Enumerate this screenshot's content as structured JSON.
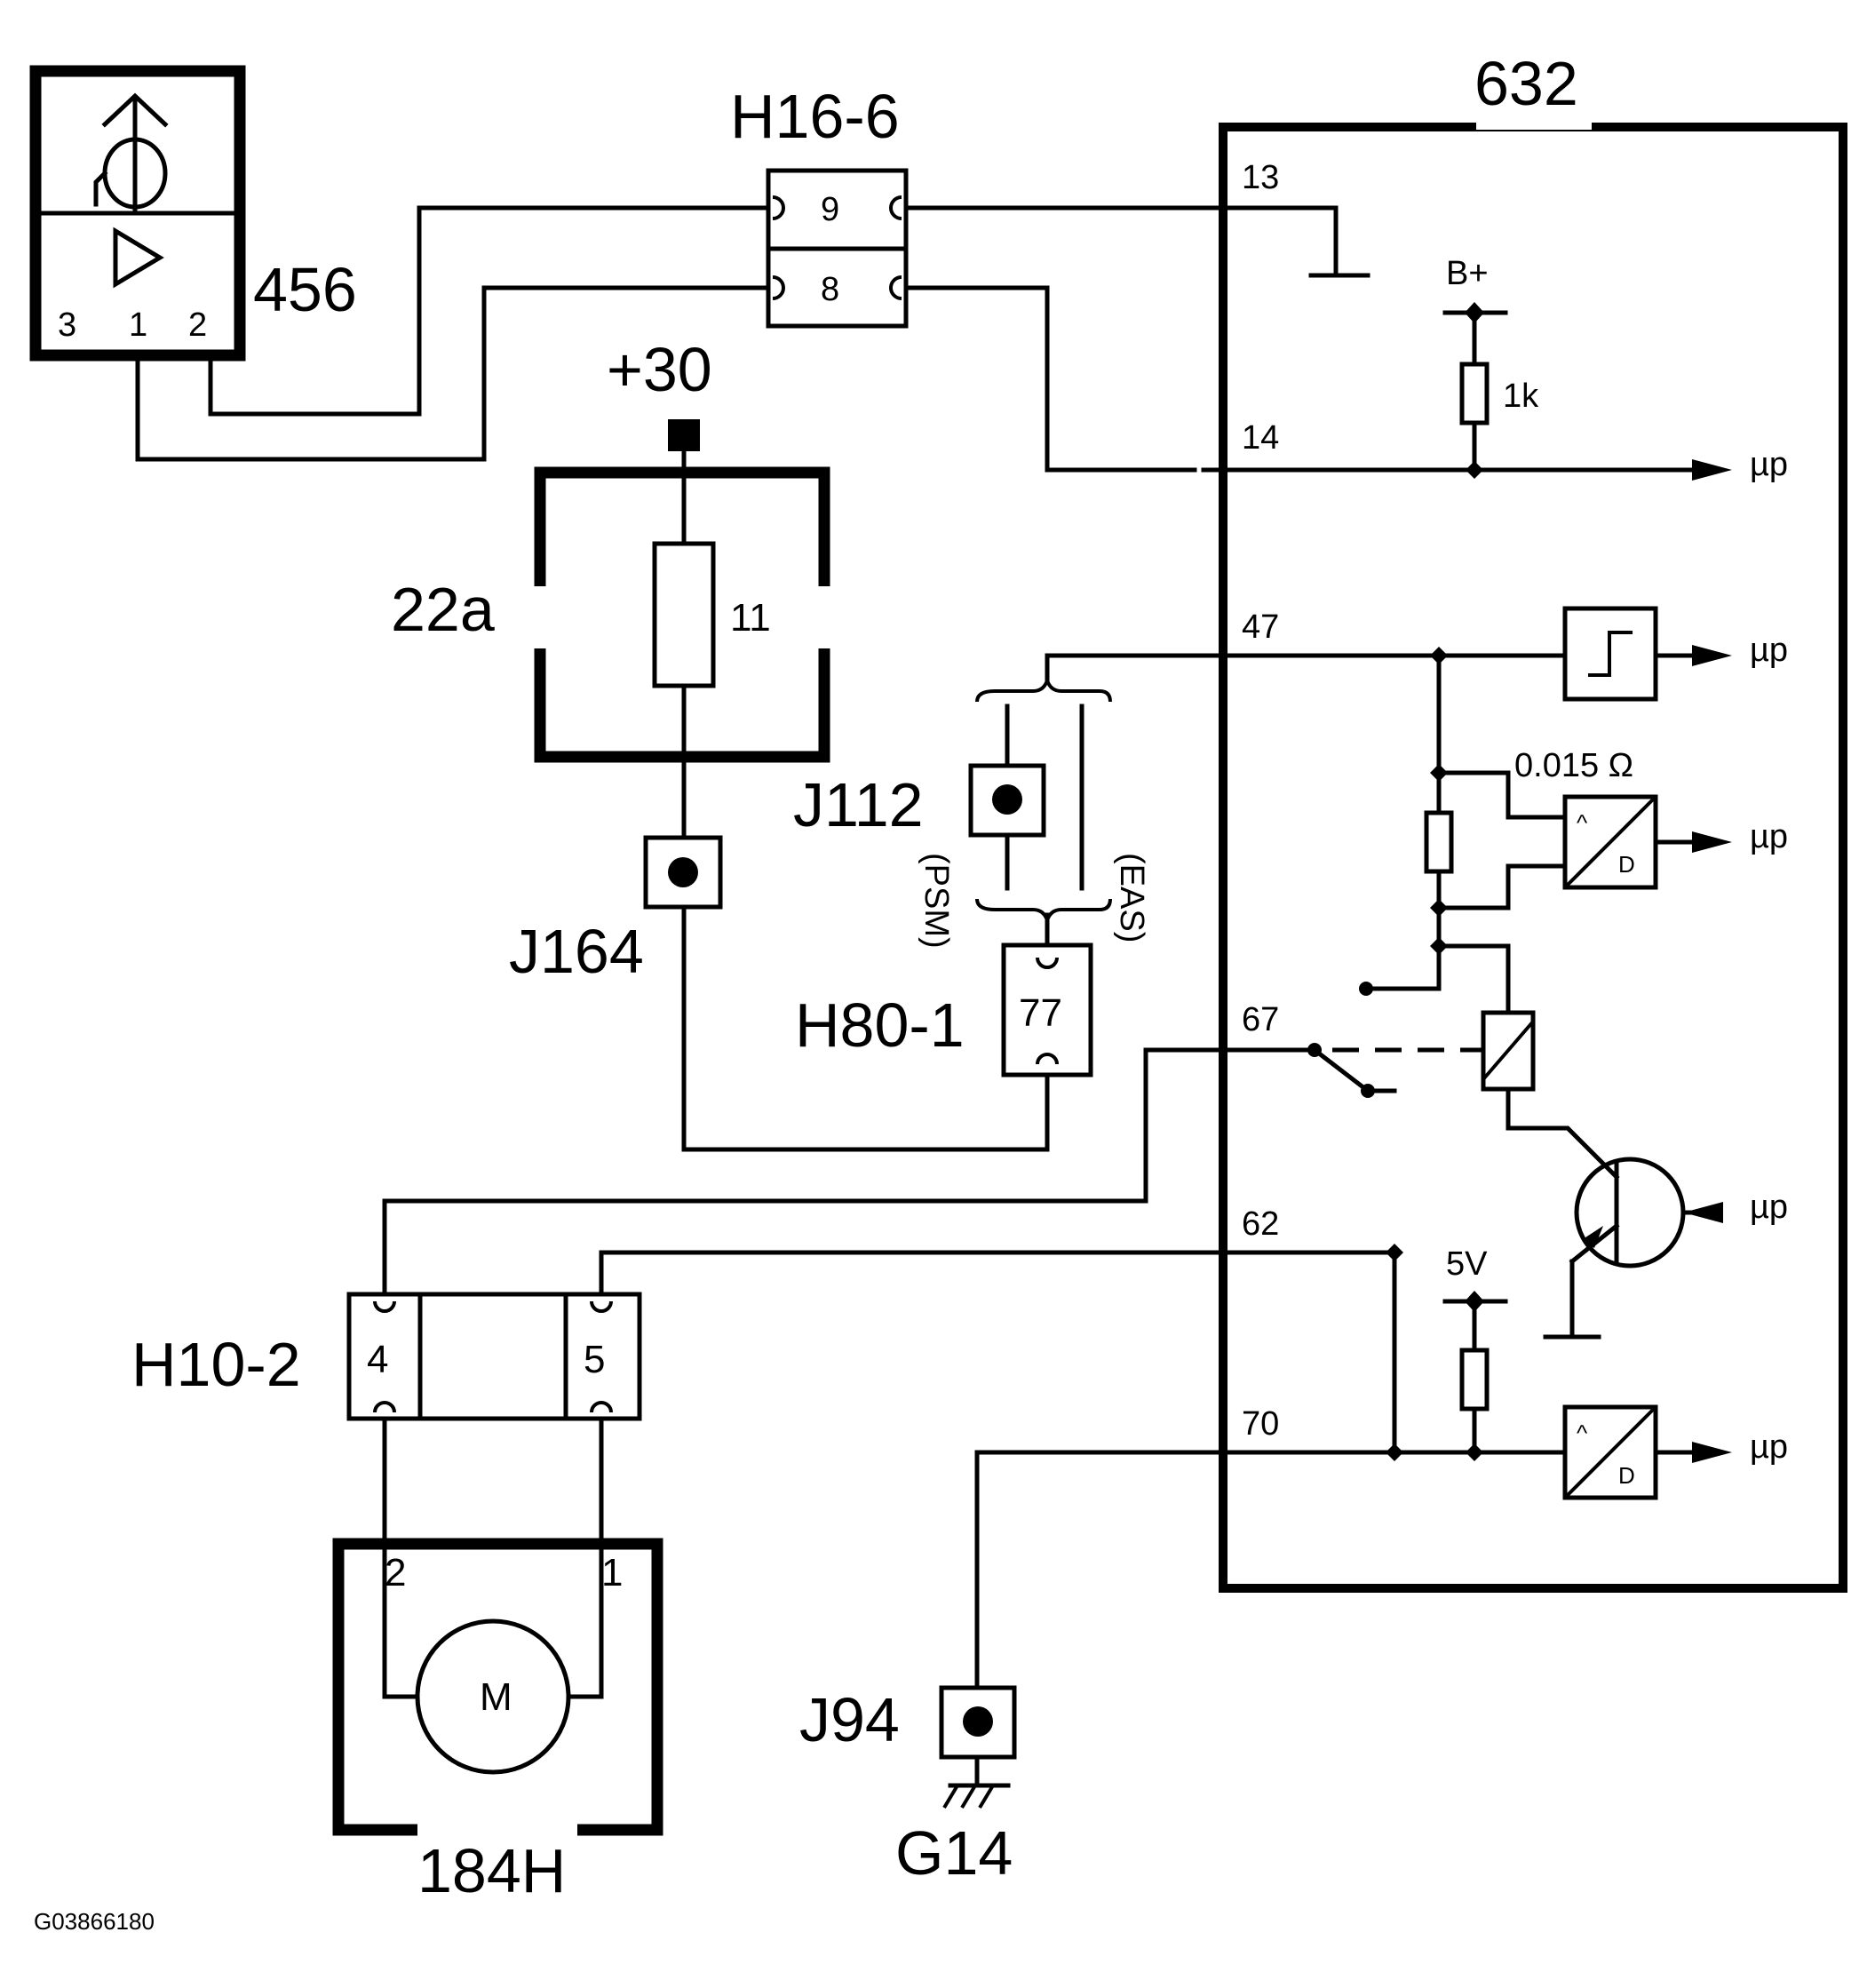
{
  "figure_id": "G03866180",
  "components": {
    "sensor": {
      "label": "456",
      "pins": [
        "3",
        "1",
        "2"
      ]
    },
    "connector_h16_6": {
      "label": "H16-6",
      "pin_top": "9",
      "pin_bottom": "8"
    },
    "supply": {
      "label": "+30"
    },
    "fuse_box": {
      "label": "22a",
      "fuse": "11"
    },
    "junction_j164": {
      "label": "J164"
    },
    "junction_j112": {
      "label": "J112"
    },
    "variant_left": {
      "label": "(PSM)"
    },
    "variant_right": {
      "label": "(EAS)"
    },
    "connector_h80_1": {
      "label": "H80-1",
      "pin": "77"
    },
    "connector_h10_2": {
      "label": "H10-2",
      "pin_left": "4",
      "pin_right": "5"
    },
    "motor": {
      "label": "184H",
      "symbol": "M",
      "pin_left": "2",
      "pin_right": "1"
    },
    "junction_j94": {
      "label": "J94"
    },
    "ground_g14": {
      "label": "G14"
    }
  },
  "control_unit": {
    "label": "632",
    "pins": {
      "p13": "13",
      "p14": "14",
      "p47": "47",
      "p67": "67",
      "p62": "62",
      "p70": "70"
    },
    "b_plus": "B+",
    "resistor_1k": "1k",
    "shunt": "0.015 Ω",
    "vref": "5V",
    "mcu": "µp"
  }
}
